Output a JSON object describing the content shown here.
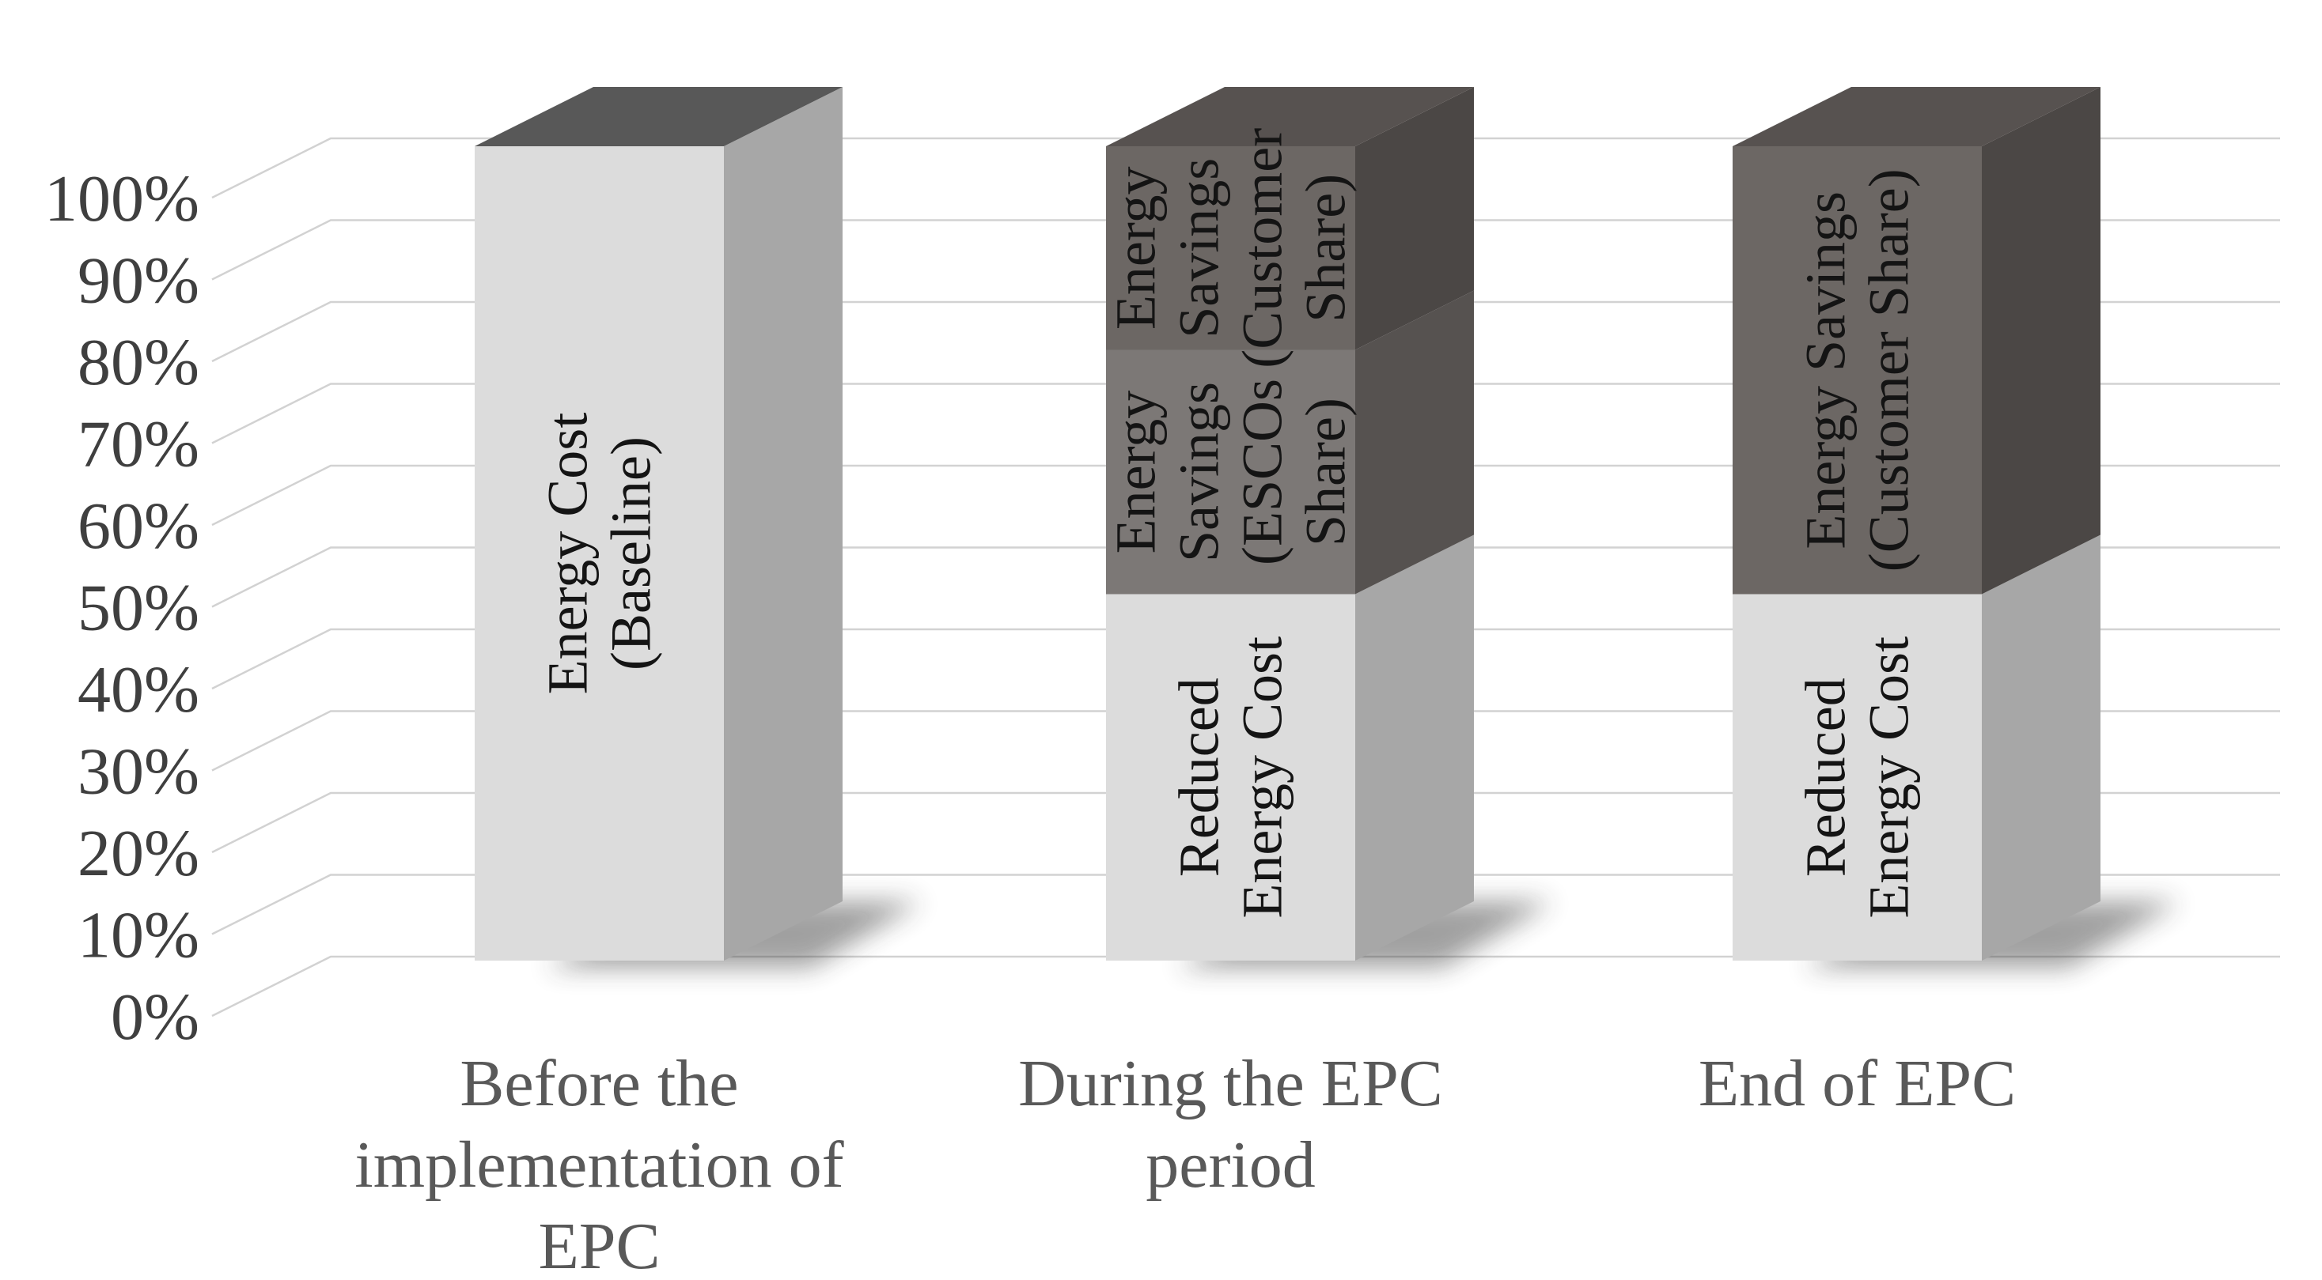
{
  "figure": {
    "background": "#ffffff"
  },
  "chart_data": {
    "type": "bar",
    "variant": "3d-stacked-column",
    "title": "",
    "xlabel": "",
    "ylabel": "",
    "ylim": [
      0,
      100
    ],
    "ytick_step": 10,
    "ytick_suffix": "%",
    "grid": true,
    "legend": "none",
    "categories": [
      "Before the implementation of EPC",
      "During  the EPC period",
      "End of EPC"
    ],
    "category_label_lines": [
      [
        "Before the",
        "implementation of",
        "EPC"
      ],
      [
        "During  the EPC",
        "period"
      ],
      [
        "End of EPC"
      ]
    ],
    "bars": [
      {
        "category": "Before the implementation of EPC",
        "segments": [
          {
            "label": "Energy Cost (Baseline)",
            "label_lines": [
              "Energy Cost",
              "(Baseline)"
            ],
            "value": 100,
            "color_key": "light"
          }
        ]
      },
      {
        "category": "During  the EPC period",
        "segments": [
          {
            "label": "Reduced Energy Cost",
            "label_lines": [
              "Reduced",
              "Energy Cost"
            ],
            "value": 45,
            "color_key": "light"
          },
          {
            "label": "Energy Savings (ESCOs Share)",
            "label_lines": [
              "Energy",
              "Savings",
              "(ESCOs",
              "Share)"
            ],
            "value": 30,
            "color_key": "medium"
          },
          {
            "label": "Energy Savings (Customer Share)",
            "label_lines": [
              "Energy",
              "Savings",
              "(Customer",
              "Share)"
            ],
            "value": 25,
            "color_key": "dark"
          }
        ]
      },
      {
        "category": "End of EPC",
        "segments": [
          {
            "label": "Reduced Energy Cost",
            "label_lines": [
              "Reduced",
              "Energy Cost"
            ],
            "value": 45,
            "color_key": "light"
          },
          {
            "label": "Energy Savings (Customer Share)",
            "label_lines": [
              "Energy Savings",
              "(Customer Share)"
            ],
            "value": 55,
            "color_key": "dark"
          }
        ]
      }
    ],
    "colors": {
      "light": {
        "front": "#dcdcdc",
        "side": "#a7a7a7",
        "top": "#585858"
      },
      "medium": {
        "front": "#7c7876",
        "side": "#565250",
        "top": "#5d5957"
      },
      "dark": {
        "front": "#6c6764",
        "side": "#4b4745",
        "top": "#575250"
      }
    },
    "axis_label_color": "#3f3f3f",
    "category_label_color": "#595959",
    "bar_label_color": "#141414",
    "gridline_color": "#d2d2d2",
    "shadow_color": "#2e2e2e"
  }
}
